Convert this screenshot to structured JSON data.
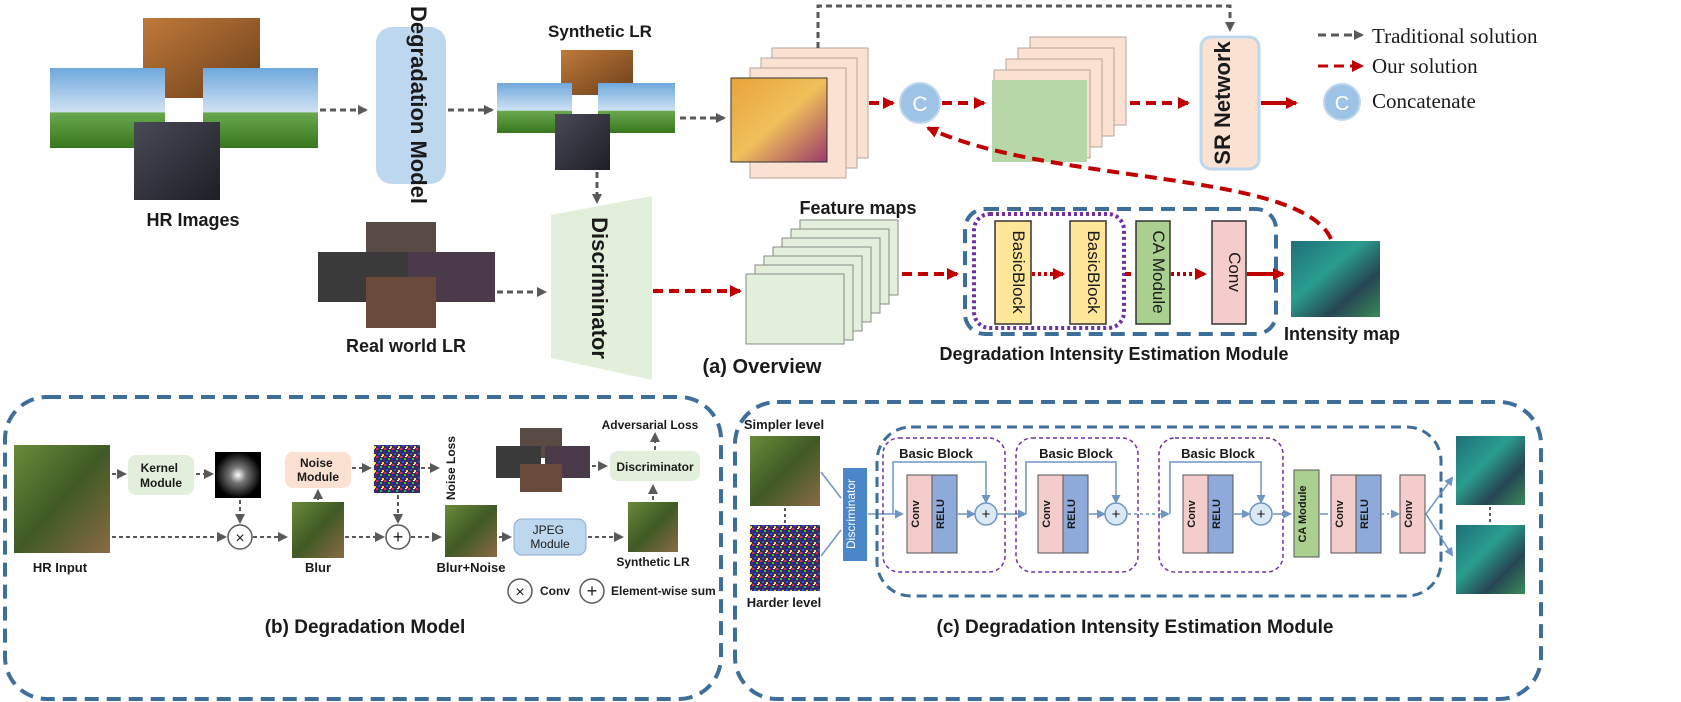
{
  "legend": {
    "traditional": "Traditional solution",
    "ours": "Our solution",
    "concat": "Concatenate",
    "concat_symbol": "C"
  },
  "overview": {
    "hr_images": "HR Images",
    "degradation_model": "Degradation Model",
    "synthetic_lr": "Synthetic LR",
    "real_world_lr": "Real world LR",
    "discriminator": "Discriminator",
    "feature_maps": "Feature maps",
    "basicblock_1": "BasicBlock",
    "basicblock_2": "BasicBlock",
    "ca_module": "CA Module",
    "conv": "Conv",
    "intensity_map": "Intensity map",
    "dies_module": "Degradation Intensity Estimation Module",
    "sr_network": "SR Network",
    "concat_symbol": "C",
    "caption": "(a) Overview"
  },
  "degradation_model": {
    "hr_input": "HR Input",
    "kernel_module": "Kernel Module",
    "noise_module": "Noise Module",
    "noise_loss": "Noise Loss",
    "adversarial_loss": "Adversarial Loss",
    "discriminator": "Discriminator",
    "jpeg_module": "JPEG Module",
    "blur": "Blur",
    "blur_noise": "Blur+Noise",
    "synthetic_lr": "Synthetic LR",
    "conv_symbol": "×",
    "sum_symbol": "+",
    "legend_conv": "Conv",
    "legend_sum": "Element-wise sum",
    "caption": "(b) Degradation Model"
  },
  "intensity_module": {
    "simpler_level": "Simpler level",
    "harder_level": "Harder level",
    "discriminator": "Discriminator",
    "basic_block": "Basic Block",
    "conv": "Conv",
    "relu": "RELU",
    "ca_module": "CA Module",
    "sum_symbol": "+",
    "caption": "(c) Degradation Intensity Estimation Module"
  },
  "colors": {
    "traditional_arrow": "#595959",
    "our_arrow": "#c00000",
    "dashed_frame": "#3e6e9a",
    "blue_box": "#bdd7ee",
    "green_box": "#e2efda",
    "yellow_box": "#ffe699",
    "pink_box": "#f4cccc",
    "relu_blue": "#8eaadb",
    "purple_frame": "#7030a0",
    "discriminator_blue": "#4a86c8"
  }
}
